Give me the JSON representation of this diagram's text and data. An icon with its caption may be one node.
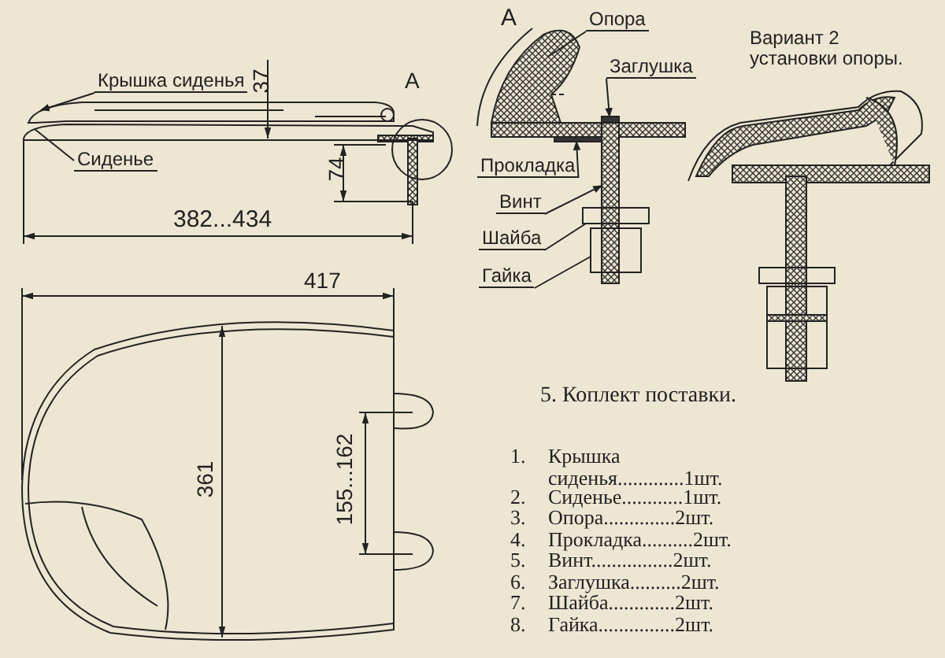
{
  "diagram": {
    "nodes": [
      {
        "text": [
          "Крышка сиденья"
        ]
      },
      {
        "text": [
          "Сиденье"
        ]
      },
      {
        "text": [
          "Опора"
        ]
      },
      {
        "text": [
          "Заглушка"
        ]
      },
      {
        "text": [
          "Прокладка"
        ]
      },
      {
        "text": [
          "Винт"
        ]
      },
      {
        "text": [
          "Шайба"
        ]
      },
      {
        "text": [
          "Гайка"
        ]
      },
      {
        "text": [],
        "shape": "picture"
      },
      {
        "text": [],
        "shape": "picture"
      },
      {
        "text": [],
        "shape": "picture"
      },
      {
        "text": [],
        "shape": "box"
      },
      {
        "text": [],
        "shape": "box"
      },
      {
        "text": [],
        "shape": "box"
      },
      {
        "text": [],
        "shape": "box"
      },
      {
        "text": [],
        "shape": "box"
      }
    ],
    "edges": [
      {
        "from": 0,
        "to": 8,
        "arrow": "to"
      },
      {
        "from": 1,
        "to": 9,
        "arrow": "none"
      },
      {
        "from": 2,
        "to": 10,
        "arrow": "none"
      },
      {
        "from": 3,
        "to": 11,
        "arrow": "to"
      },
      {
        "from": 4,
        "to": 12,
        "arrow": "to"
      },
      {
        "from": 5,
        "to": 13,
        "arrow": "to"
      },
      {
        "from": 6,
        "to": 14,
        "arrow": "none"
      },
      {
        "from": 7,
        "to": 15,
        "arrow": "none"
      }
    ],
    "labels": [
      "А",
      "Вариант 2 установки опоры.",
      "37",
      "А",
      "74",
      "382...434",
      "417",
      "5. Коплект поставки.",
      "361",
      "155...162",
      "1.",
      "Крышка сиденья.............1шт.",
      "2.",
      "Сиденье............1шт.",
      "3.",
      "Опора..............2шт.",
      "4.",
      "Прокладка..........2шт.",
      "5.",
      "Винт................2шт.",
      "6.",
      "Заглушка..........2шт.",
      "7.",
      "Шайба.............2шт.",
      "8.",
      "Гайка...............2шт."
    ]
  }
}
